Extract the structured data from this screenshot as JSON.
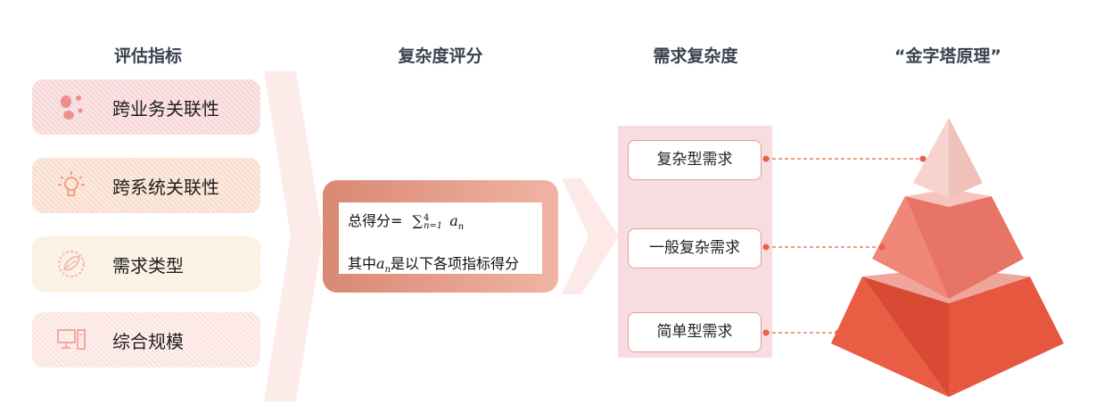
{
  "headers": {
    "metrics": "评估指标",
    "score": "复杂度评分",
    "complexity": "需求复杂度",
    "pyramid": "“金字塔原理”"
  },
  "metrics": [
    {
      "label": "跨业务关联性",
      "icon": "bubbles-icon"
    },
    {
      "label": "跨系统关联性",
      "icon": "lightbulb-icon"
    },
    {
      "label": "需求类型",
      "icon": "leaf-badge-icon"
    },
    {
      "label": "综合规模",
      "icon": "computer-icon"
    }
  ],
  "score": {
    "total_label": "总得分=",
    "formula": "∑",
    "formula_upper": "4",
    "formula_lower": "n=1",
    "formula_term": "a",
    "formula_term_sub": "n",
    "note_prefix": "其中",
    "note_var": "a",
    "note_var_sub": "n",
    "note_suffix": "是以下各项指标得分"
  },
  "requirements": [
    {
      "label": "复杂型需求"
    },
    {
      "label": "一般复杂需求"
    },
    {
      "label": "简单型需求"
    }
  ],
  "colors": {
    "pyramid_top": "#f6d3cf",
    "pyramid_mid": "#ec7b6e",
    "pyramid_bottom": "#e85d44",
    "connector": "#e8604a"
  }
}
